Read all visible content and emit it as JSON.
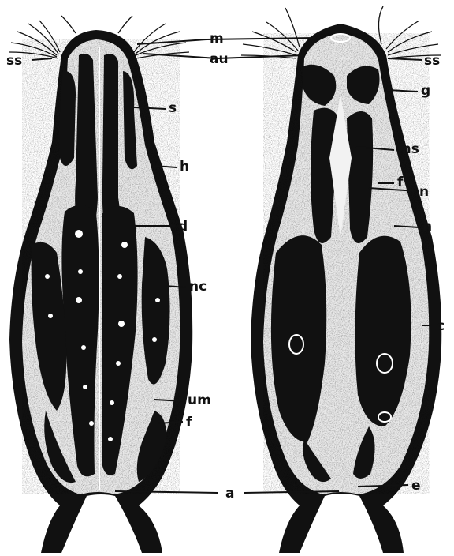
{
  "figure": {
    "labels": {
      "ss_left": "ss",
      "m": "m",
      "au": "au",
      "ss_right": "ss",
      "s": "s",
      "g": "g",
      "h_left": "h",
      "ms": "ms",
      "f_right": "f",
      "n": "n",
      "d": "d",
      "h_right": "h",
      "nc": "nc",
      "c": "c",
      "um": "um",
      "f_left": "f",
      "a": "a",
      "e": "e"
    }
  }
}
